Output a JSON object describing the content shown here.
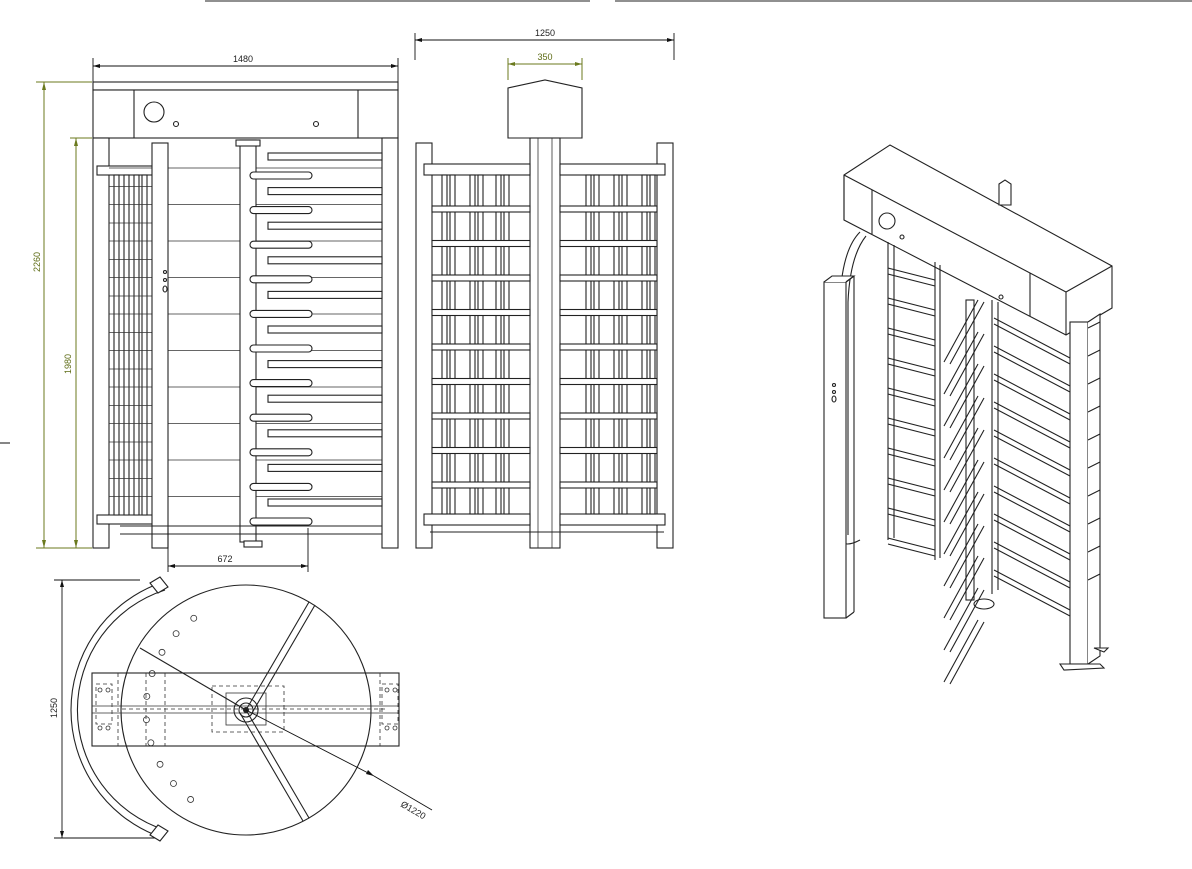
{
  "dimensions": {
    "front_width": "1480",
    "side_depth": "1250",
    "canopy_width": "350",
    "total_height": "2260",
    "passage_height": "1980",
    "arm_reach": "672",
    "plan_depth": "1250",
    "rotor_diameter": "Ø1220"
  },
  "colors": {
    "line": "#222222",
    "dimension_accent": "#6b7a1e"
  }
}
